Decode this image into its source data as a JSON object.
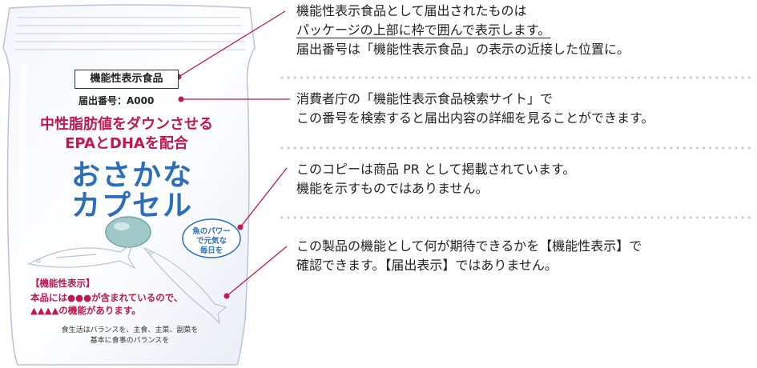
{
  "package": {
    "cert_label": "機能性表示食品",
    "notification_number": "届出番号：A000",
    "headline": [
      "中性脂肪値をダウンさせる",
      "EPAとDHAを配合"
    ],
    "product_name": [
      "おさかな",
      "カプセル"
    ],
    "bubble": [
      "魚のパワー",
      "で元気な",
      "毎日を"
    ],
    "function_title": "【機能性表示】",
    "function_lines": [
      "本品には●●●が含まれているので、",
      "▲▲▲▲の機能があります。"
    ],
    "note_lines": [
      "食生活はバランスを、主食、主菜、副菜を",
      "基本に食事のバランスを"
    ]
  },
  "callouts": [
    {
      "lines": [
        "機能性表示食品として届出されたものは",
        "パッケージの上部に枠で囲んで表示します。",
        "届出番号は「機能性表示食品」の表示の近接した位置に。"
      ]
    },
    {
      "lines": [
        "消費者庁の「機能性表示食品検索サイト」で",
        "この番号を検索すると届出内容の詳細を見ることができます。"
      ]
    },
    {
      "lines": [
        "このコピーは商品 PR として掲載されています。",
        "機能を示すものではありません。"
      ]
    },
    {
      "lines": [
        "この製品の機能として何が期待できるかを【機能性表示】で",
        "確認できます。【届出表示】ではありません。"
      ]
    }
  ],
  "colors": {
    "accent_pink": "#c0184f",
    "product_blue": "#2c6fb8",
    "separator_gray": "#c8c8c8"
  }
}
